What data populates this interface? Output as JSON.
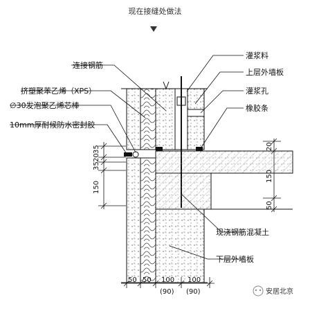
{
  "header": {
    "title": "现在接缝处做法"
  },
  "labels": {
    "grouting_material": "灌浆料",
    "connecting_rebar": "连接钢筋",
    "upper_wall_panel": "上层外墙板",
    "xps": "挤塑聚苯乙烯（XPS）",
    "grouting_hole": "灌浆孔",
    "foam_rod": "∅30发泡聚乙烯芯棒",
    "rubber_strip": "橡胶条",
    "sealant": "10mm厚耐候防水密封胶",
    "cast_concrete": "现浇钢筋混凝土",
    "lower_wall_panel": "下层外墙板"
  },
  "dimensions": {
    "left": [
      "35",
      "20",
      "35",
      "150"
    ],
    "right": [
      "20",
      "150",
      "50"
    ],
    "bottom": [
      "50",
      "50",
      "100",
      "100"
    ],
    "bottom_paren": [
      "(90)",
      "(90)"
    ]
  },
  "watermark": {
    "text": "安居北京"
  }
}
